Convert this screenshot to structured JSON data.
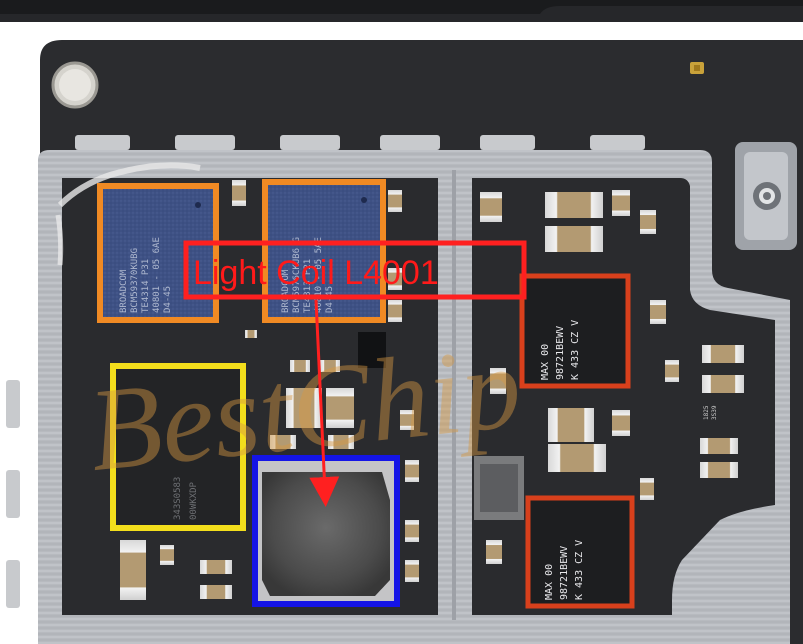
{
  "annotation": {
    "label": "Light Coil L4001",
    "color": "#ff2020"
  },
  "watermark": {
    "text": "BestChip"
  },
  "chips": {
    "wifi_left": [
      "BROADCOM",
      "BCM59370KUBG",
      "TE4314 P31",
      "40801 - 05 6AE",
      "D4-45"
    ],
    "wifi_right": [
      "BROADCOM",
      "BCM5976CKUB6 G",
      "TE4313 P21",
      "40810 - 05 5AE",
      "D4-45"
    ],
    "memory": [
      "343S0583",
      "00WKXDP"
    ],
    "driver_top": [
      "MAX 00",
      "98721BEWV",
      "K 433 CZ V"
    ],
    "driver_bottom": [
      "MAX 00",
      "98721BEWV",
      "K 433 CZ V"
    ],
    "small_marking": [
      "1825",
      "3S39"
    ]
  },
  "colors": {
    "orange": "#f08a24",
    "yellow": "#f3de1c",
    "blue": "#1414e6",
    "red_box": "#e23b1a",
    "pcb": "#2a2b2e",
    "shield": "#b9bcc2"
  }
}
